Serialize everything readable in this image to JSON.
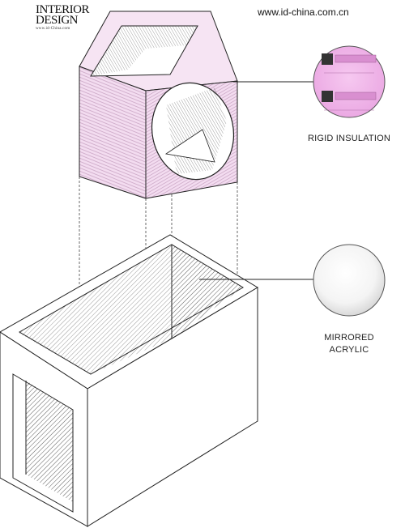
{
  "masthead": {
    "line1": "INTERIOR",
    "line2": "DESIGN",
    "small": "www.id-China.com"
  },
  "site_url": "www.id-china.com.cn",
  "callouts": {
    "insulation_label": "RIGID INSULATION",
    "mirror_label_line1": "MIRRORED",
    "mirror_label_line2": "ACRYLIC"
  },
  "colors": {
    "insulation": "#f3dcf0",
    "swatch": "#f0b7ea",
    "line": "#222222"
  }
}
